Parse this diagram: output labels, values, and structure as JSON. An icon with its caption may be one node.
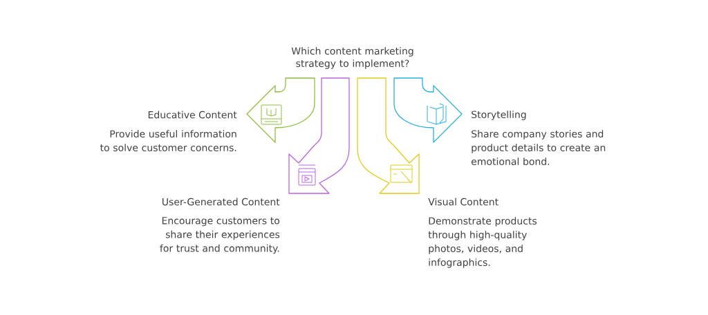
{
  "diagram": {
    "title": "Which content marketing strategy to implement?",
    "nodes": [
      {
        "text": [
          "Educative Content",
          "Provide useful information to solve customer concerns."
        ]
      },
      {
        "text": [
          "Storytelling",
          "Share company stories and product details to create an emotional bond."
        ]
      },
      {
        "text": [
          "User-Generated Content",
          "Encourage customers to share their experiences for trust and community."
        ]
      },
      {
        "text": [
          "Visual Content",
          "Demonstrate products through high-quality photos, videos, and infographics."
        ]
      }
    ]
  }
}
